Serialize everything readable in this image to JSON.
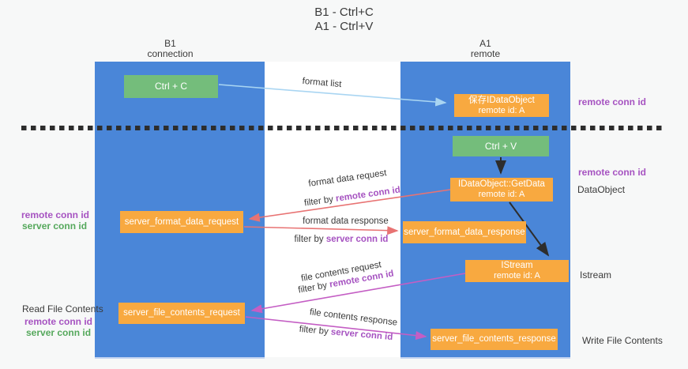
{
  "title": {
    "line1": "B1 - Ctrl+C",
    "line2": "A1 - Ctrl+V"
  },
  "colors": {
    "bg": "#f7f8f8",
    "panel": "#ffffff",
    "lane-blue": "#4a86d8",
    "box-green": "#74bd7b",
    "box-orange": "#f8a940",
    "arrow-blue": "#a9d5f2",
    "arrow-red": "#e87373",
    "arrow-magenta": "#c45ec4",
    "arrow-black": "#2d2d2d",
    "ink": "#3d3d3d",
    "conn-purple": "#a653c1",
    "conn-green": "#55a85c"
  },
  "lanes": {
    "b1": {
      "title": "B1",
      "subtitle": "connection"
    },
    "a1": {
      "title": "A1",
      "subtitle": "remote"
    }
  },
  "boxes": {
    "ctrl_c": {
      "label": "Ctrl + C"
    },
    "ctrl_v": {
      "label": "Ctrl + V"
    },
    "save_dataobject": {
      "line1": "保存IDataObject",
      "line2": "remote id: A"
    },
    "getdata": {
      "line1": "IDataObject::GetData",
      "line2": "remote id: A"
    },
    "istream": {
      "line1": "IStream",
      "line2": "remote id: A"
    },
    "server_format_data_request": {
      "label": "server_format_data_request"
    },
    "server_format_data_response": {
      "label": "server_format_data_response"
    },
    "server_file_contents_request": {
      "label": "server_file_contents_request"
    },
    "server_file_contents_response": {
      "label": "server_file_contents_response"
    }
  },
  "side_labels": {
    "right_remote_conn_id_1": "remote conn id",
    "right_remote_conn_id_2": "remote conn id",
    "dataobject": "DataObject",
    "istream": "Istream",
    "write_file_contents": "Write File Contents",
    "read_file_contents": "Read File Contents",
    "left_remote_conn_id_1": "remote conn id",
    "left_server_conn_id_1": "server conn id",
    "left_remote_conn_id_2": "remote conn id",
    "left_server_conn_id_2": "server conn id"
  },
  "arrow_labels": {
    "format_list": "format list",
    "format_data_request": "format data request",
    "format_data_response": "format data response",
    "file_contents_request": "file contents request",
    "file_contents_response": "file contents response",
    "filter_by": "filter by ",
    "remote_conn_id": "remote conn id",
    "server_conn_id": "server conn id"
  }
}
